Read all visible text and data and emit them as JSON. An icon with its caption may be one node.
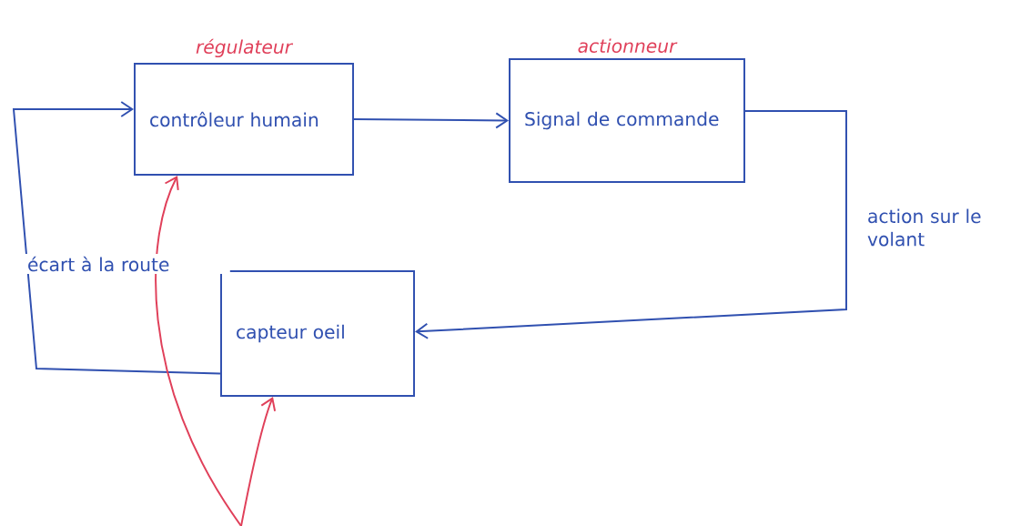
{
  "diagram": {
    "nodes": [
      {
        "text": [
          "régulateur",
          "contrôleur humain"
        ]
      },
      {
        "text": [
          "actionneur",
          "Signal de commande"
        ]
      },
      {
        "text": [
          "capteur oeil"
        ]
      }
    ],
    "edges": [
      {
        "from": 0,
        "to": 1,
        "arrow": "to"
      },
      {
        "from": 1,
        "to": 2,
        "arrow": "to",
        "label": "action sur le volant"
      },
      {
        "from": 2,
        "to": 0,
        "arrow": "to",
        "label": "écart à la route"
      },
      {
        "from": null,
        "to": 0,
        "arrow": "to",
        "color": "#e0405a"
      },
      {
        "from": null,
        "to": 2,
        "arrow": "to",
        "color": "#e0405a"
      }
    ]
  }
}
